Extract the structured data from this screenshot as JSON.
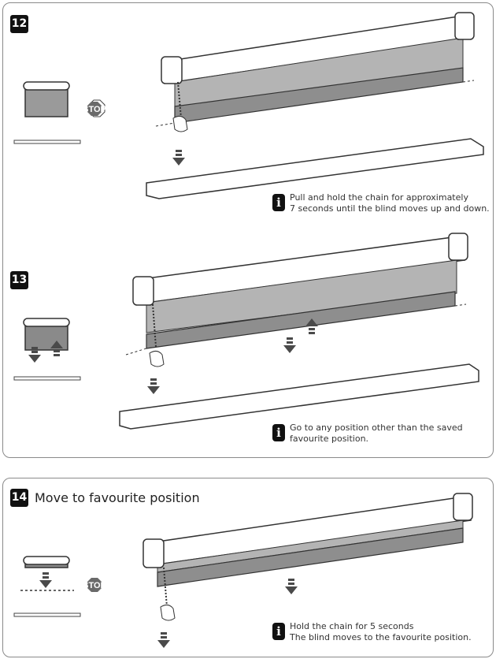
{
  "steps": [
    {
      "number": "12",
      "title": "",
      "stop_label": "STOP",
      "info_lines": [
        "Pull and hold the chain for approximately",
        "7 seconds until the blind moves up and down."
      ]
    },
    {
      "number": "13",
      "title": "",
      "info_lines": [
        "Go to any position other than the saved",
        "favourite position."
      ]
    },
    {
      "number": "14",
      "title": "Move to favourite position",
      "stop_label": "STOP",
      "info_lines": [
        "Hold the chain for 5 seconds",
        "The blind moves to the favourite position."
      ]
    }
  ],
  "info_icon_glyph": "i",
  "colors": {
    "fabric": "#b4b4b4",
    "dark": "#555555",
    "arrow": "#4a4a4a",
    "stop": "#6a6a6a",
    "outline": "#333333"
  }
}
